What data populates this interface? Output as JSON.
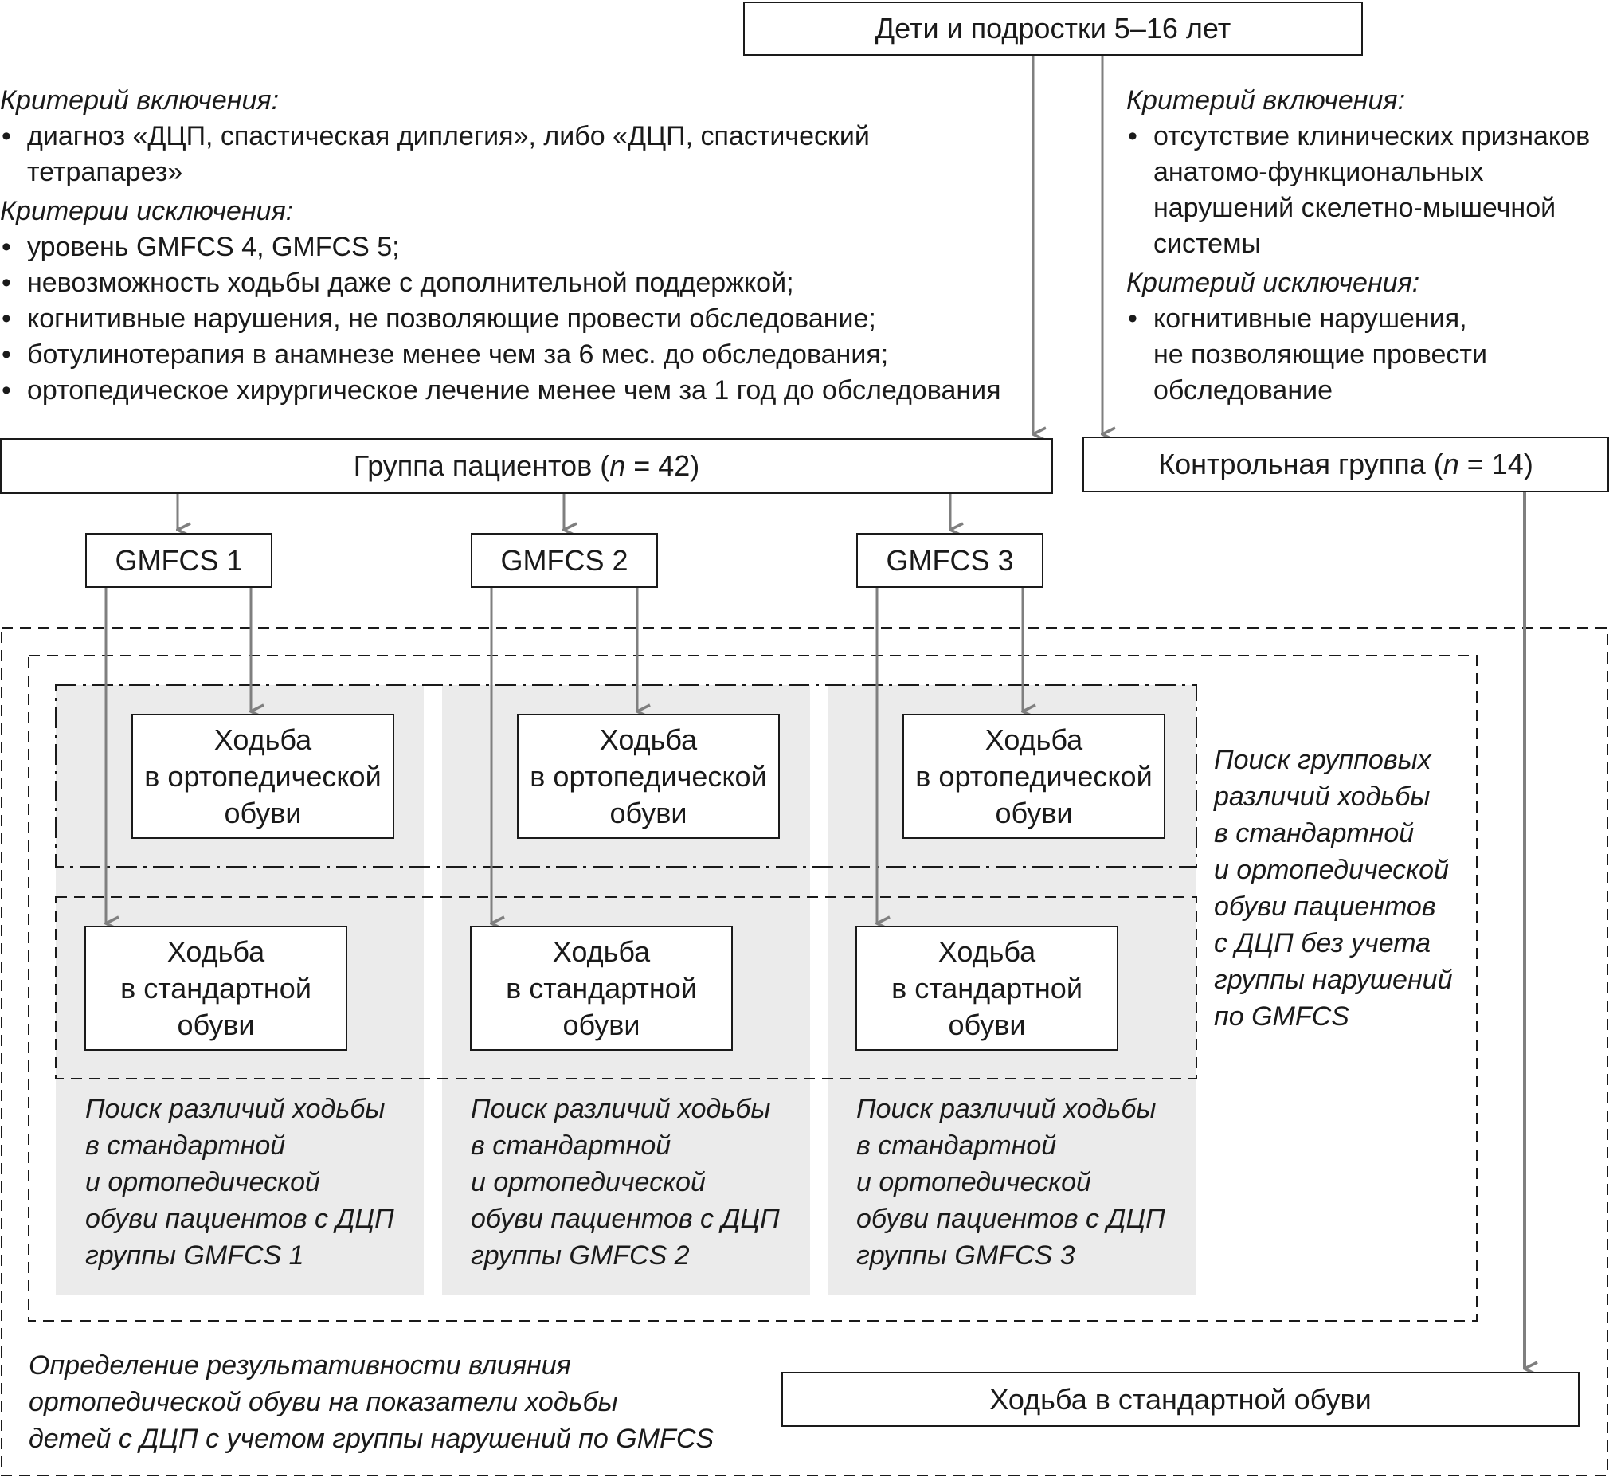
{
  "top_box": {
    "label": "Дети и подростки 5–16 лет"
  },
  "left_criteria": {
    "inclusion_heading": "Критерий включения:",
    "inclusion_items": [
      "диагноз «ДЦП, спастическая диплегия», либо «ДЦП, спастический тетрапарез»"
    ],
    "exclusion_heading": "Критерии исключения:",
    "exclusion_items": [
      "уровень GMFCS 4, GMFCS 5;",
      "невозможность ходьбы даже с дополнительной поддержкой;",
      "когнитивные нарушения, не позволяющие провести обследование;",
      "ботулинотерапия в анамнезе менее чем за 6 мес. до обследования;",
      "ортопедическое хирургическое лечение менее чем за 1 год до обследования"
    ]
  },
  "right_criteria": {
    "inclusion_heading": "Критерий включения:",
    "inclusion_lines": [
      "отсутствие клинических признаков",
      "анатомо-функциональных",
      "нарушений скелетно-мышечной",
      "системы"
    ],
    "exclusion_heading": "Критерий исключения:",
    "exclusion_lines": [
      "когнитивные нарушения,",
      "не позволяющие провести",
      "обследование"
    ]
  },
  "patient_group": {
    "prefix": "Группа пациентов (",
    "n": "n",
    "suffix": " = 42)"
  },
  "control_group": {
    "prefix": "Контрольная группа (",
    "n": "n",
    "suffix": " = 14)"
  },
  "gmfcs": [
    {
      "label": "GMFCS 1",
      "ortho": [
        "Ходьба",
        "в ортопедической",
        "обуви"
      ],
      "standard": [
        "Ходьба",
        "в стандартной",
        "обуви"
      ],
      "note": [
        "Поиск различий ходьбы",
        "в стандартной",
        "и ортопедической",
        "обуви пациентов с ДЦП",
        "группы GMFCS 1"
      ]
    },
    {
      "label": "GMFCS 2",
      "ortho": [
        "Ходьба",
        "в ортопедической",
        "обуви"
      ],
      "standard": [
        "Ходьба",
        "в стандартной",
        "обуви"
      ],
      "note": [
        "Поиск различий ходьбы",
        "в стандартной",
        "и ортопедической",
        "обуви пациентов с ДЦП",
        "группы GMFCS 2"
      ]
    },
    {
      "label": "GMFCS 3",
      "ortho": [
        "Ходьба",
        "в ортопедической",
        "обуви"
      ],
      "standard": [
        "Ходьба",
        "в стандартной",
        "обуви"
      ],
      "note": [
        "Поиск различий ходьбы",
        "в стандартной",
        "и ортопедической",
        "обуви пациентов с ДЦП",
        "группы GMFCS 3"
      ]
    }
  ],
  "group_note": [
    "Поиск групповых",
    "различий ходьбы",
    "в стандартной",
    "и ортопедической",
    "обуви пациентов",
    "с ДЦП без учета",
    "группы нарушений",
    "по GMFCS"
  ],
  "bottom_note": [
    "Определение результативности влияния",
    "ортопедической обуви на показатели ходьбы",
    "детей с ДЦП с учетом группы нарушений по GMFCS"
  ],
  "control_walk": {
    "label": "Ходьба в стандартной обуви"
  },
  "colors": {
    "line": "#1a1a1a",
    "arrow": "#7f7f7f",
    "panel": "#ebebeb"
  }
}
